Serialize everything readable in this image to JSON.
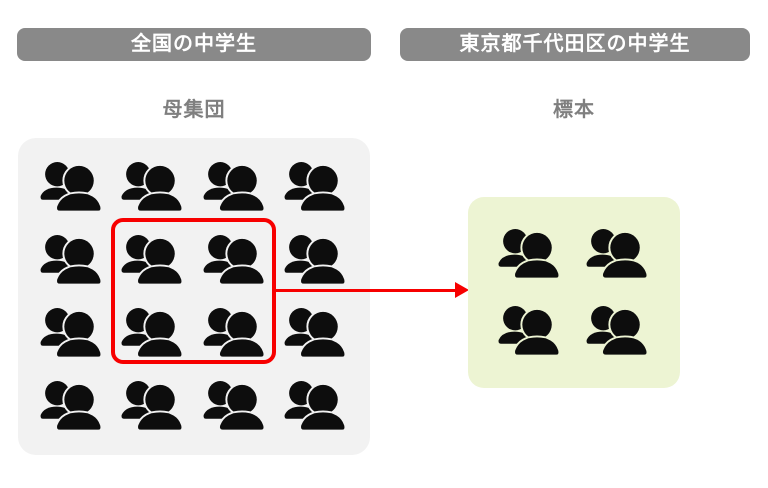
{
  "diagram": {
    "left": {
      "header": "全国の中学生",
      "label": "母集団",
      "icon_grid": {
        "rows": 4,
        "cols": 4
      },
      "icon_count": 16
    },
    "right": {
      "header": "東京都千代田区の中学生",
      "label": "標本",
      "icon_grid": {
        "rows": 2,
        "cols": 2
      },
      "icon_count": 4
    },
    "selection": {
      "rows_covered": 2,
      "cols_covered": 2,
      "arrow_direction": "right"
    },
    "colors": {
      "header_bg": "#898989",
      "header_text": "#ffffff",
      "label_text": "#7f7f7f",
      "population_box_bg": "#f2f2f2",
      "sample_box_bg": "#edf4d3",
      "selection_red": "#f70000",
      "icon_black": "#0d0d0d"
    }
  }
}
